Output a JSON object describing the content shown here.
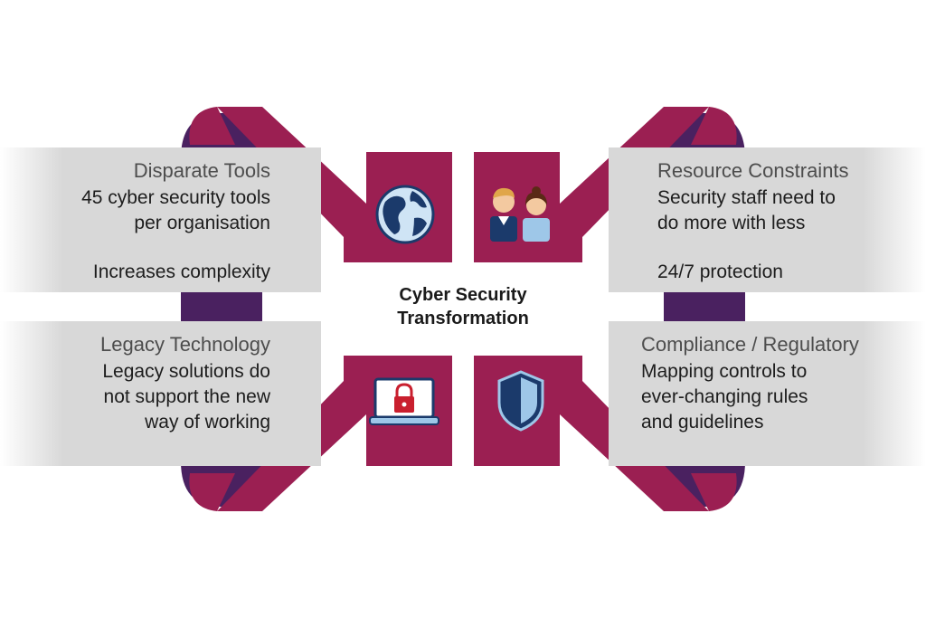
{
  "center": {
    "title": "Cyber Security\nTransformation"
  },
  "panels": {
    "top_left": {
      "title": "Disparate Tools",
      "desc": "45 cyber security tools\nper organisation",
      "note": "Increases complexity",
      "icon": "globe-icon"
    },
    "top_right": {
      "title": "Resource Constraints",
      "desc": "Security staff need to\ndo more with less",
      "note": "24/7 protection",
      "icon": "people-icon"
    },
    "bottom_left": {
      "title": "Legacy Technology",
      "desc": "Legacy solutions do\nnot support the new\nway of working",
      "icon": "laptop-lock-icon"
    },
    "bottom_right": {
      "title": "Compliance / Regulatory",
      "desc": "Mapping controls to\never-changing rules\nand guidelines",
      "icon": "shield-icon"
    }
  },
  "colors": {
    "arrow": "#9b1f52",
    "arrow_shadow": "#4a2160",
    "box": "#d8d8d8",
    "icon_blue": "#1b3a6b"
  }
}
